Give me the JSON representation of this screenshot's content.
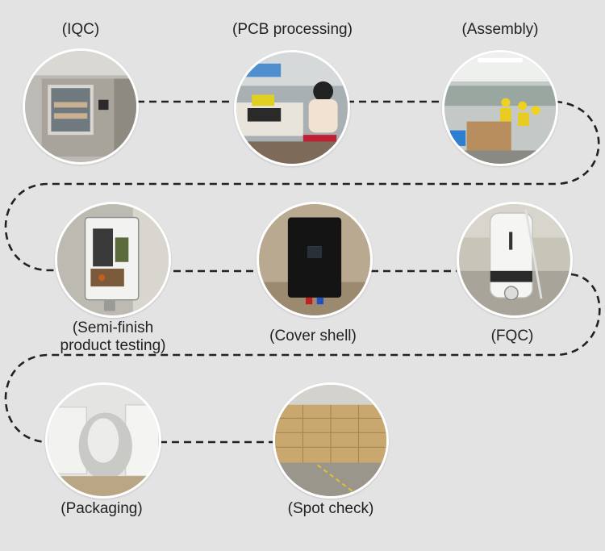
{
  "colors": {
    "background": "#e3e3e3",
    "connector": "#222222",
    "photo_ring": "#ffffff",
    "label_text": "#222222"
  },
  "steps": [
    {
      "label": "(IQC)",
      "photo": "test-chamber-photo"
    },
    {
      "label": "(PCB processing)",
      "photo": "pcb-worker-photo"
    },
    {
      "label": "(Assembly)",
      "photo": "assembly-line-photo"
    },
    {
      "label": "(Semi-finish\nproduct testing)",
      "photo": "heater-internals-photo"
    },
    {
      "label": "(Cover shell)",
      "photo": "cover-shell-photo"
    },
    {
      "label": "(FQC)",
      "photo": "finished-heater-photo"
    },
    {
      "label": "(Packaging)",
      "photo": "foam-packaging-photo"
    },
    {
      "label": "(Spot check)",
      "photo": "carton-warehouse-photo"
    }
  ]
}
